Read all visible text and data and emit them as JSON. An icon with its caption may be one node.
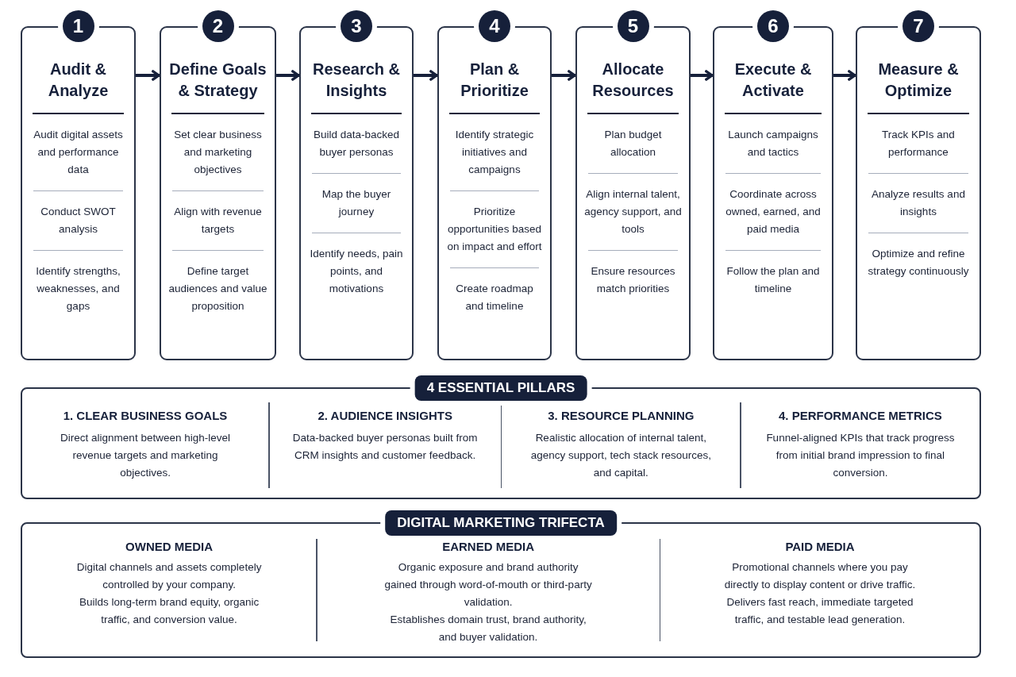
{
  "diagram": {
    "nodes": [
      {
        "text": [
          "1",
          "Audit & Analyze",
          "Audit digital assets and performance data",
          "Conduct SWOT analysis",
          "Identify strengths, weaknesses, and gaps"
        ]
      },
      {
        "text": [
          "2",
          "Define Goals & Strategy",
          "Set clear business and marketing objectives",
          "Align with revenue targets",
          "Define target audiences and value proposition"
        ]
      },
      {
        "text": [
          "3",
          "Research & Insights",
          "Build data-backed buyer personas",
          "Map the buyer journey",
          "Identify needs, pain points, and motivations"
        ]
      },
      {
        "text": [
          "4",
          "Plan & Prioritize",
          "Identify strategic initiatives and campaigns",
          "Prioritize opportunities based on impact and effort",
          "Create roadmap and timeline"
        ]
      },
      {
        "text": [
          "5",
          "Allocate Resources",
          "Plan budget allocation",
          "Align internal talent, agency support, and tools",
          "Ensure resources match priorities"
        ]
      },
      {
        "text": [
          "6",
          "Execute & Activate",
          "Launch campaigns and tactics",
          "Coordinate across owned, earned, and paid media",
          "Follow the plan and timeline"
        ]
      },
      {
        "text": [
          "7",
          "Measure & Optimize",
          "Track KPIs and performance",
          "Analyze results and insights",
          "Optimize and refine strategy continuously"
        ]
      },
      {
        "text": [
          "4 ESSENTIAL PILLARS",
          "1. CLEAR BUSINESS GOALS",
          "Direct alignment between high-level revenue targets and marketing objectives.",
          "2. AUDIENCE INSIGHTS",
          "Data-backed buyer personas built from CRM insights and customer feedback.",
          "3. RESOURCE PLANNING",
          "Realistic allocation of internal talent, agency support, tech stack resources, and capital.",
          "4. PERFORMANCE METRICS",
          "Funnel-aligned KPIs that track progress from initial brand impression to final conversion."
        ]
      },
      {
        "text": [
          "DIGITAL MARKETING TRIFECTA",
          "OWNED MEDIA",
          "Digital channels and assets completely controlled by your company.",
          "Builds long-term brand equity, organic traffic, and conversion value.",
          "EARNED MEDIA",
          "Organic exposure and brand authority gained through word-of-mouth or third-party validation.",
          "Establishes domain trust, brand authority, and buyer validation.",
          "PAID MEDIA",
          "Promotional channels where you pay directly to display content or drive traffic.",
          "Delivers fast reach, immediate targeted traffic, and testable lead generation."
        ]
      }
    ],
    "edges": [
      {
        "from": 0,
        "to": 1,
        "arrow": "to"
      },
      {
        "from": 1,
        "to": 2,
        "arrow": "to"
      },
      {
        "from": 2,
        "to": 3,
        "arrow": "to"
      },
      {
        "from": 3,
        "to": 4,
        "arrow": "to"
      },
      {
        "from": 4,
        "to": 5,
        "arrow": "to"
      },
      {
        "from": 5,
        "to": 6,
        "arrow": "to"
      }
    ]
  }
}
